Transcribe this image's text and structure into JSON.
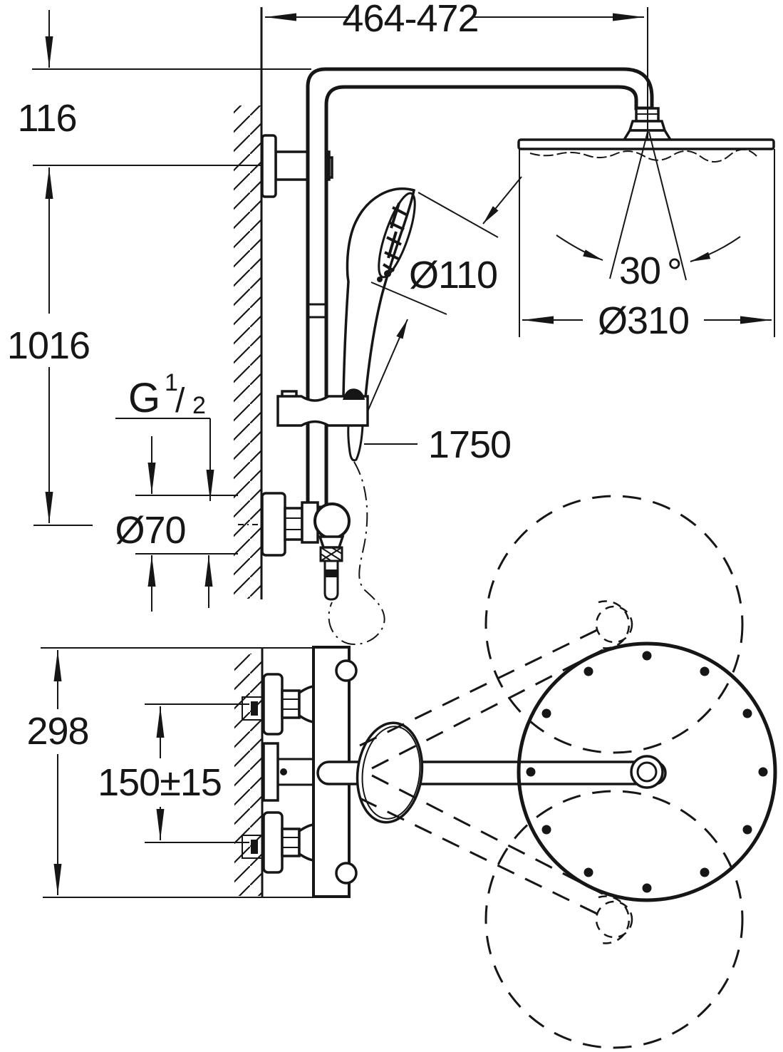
{
  "figure": {
    "type": "technical dimensional drawing",
    "subject": "wall-mounted shower system with head shower, hand shower and thermostat",
    "units": "mm",
    "colors": {
      "ink": "#161616",
      "background": "#ffffff"
    }
  },
  "elevation": {
    "dim_arm_reach": "464-472",
    "dim_head_offset": "116",
    "dim_rail_height": "1016",
    "thread_label": {
      "prefix": "G",
      "sup": "1",
      "slash": "/",
      "sub": "2"
    },
    "dim_escutcheon_diameter": "Ø70",
    "hose_length": "1750",
    "hand_shower_diameter": "Ø110",
    "head_tilt_angle": "30",
    "degree_symbol": "°",
    "head_diameter": "Ø310"
  },
  "plan": {
    "dim_total_depth": "298",
    "dim_connection_spread": "150±15"
  }
}
